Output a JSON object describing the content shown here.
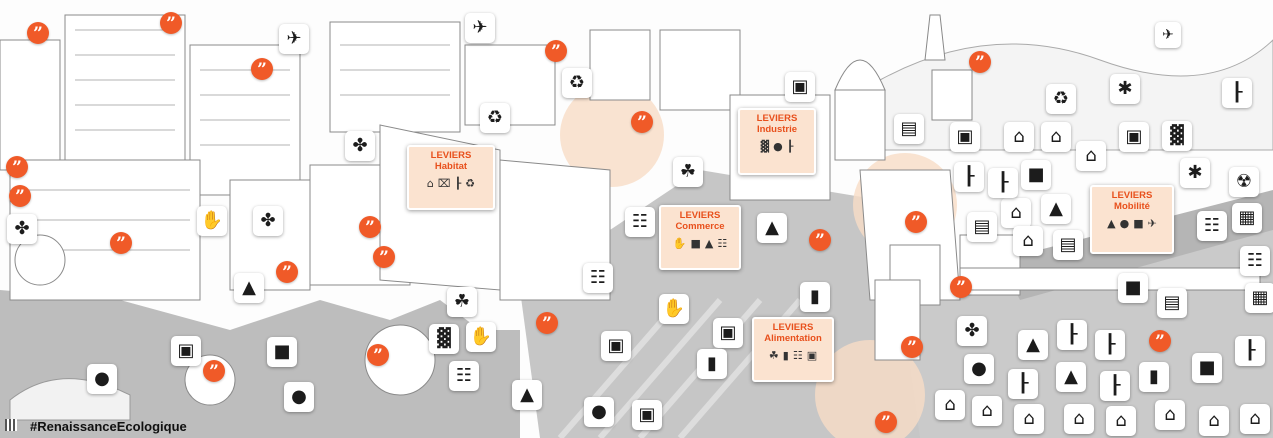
{
  "hashtag": "#RenaissanceEcologique",
  "quote_glyph": "”",
  "levers": [
    {
      "id": "habitat",
      "line1": "LEVIERS",
      "line2": "Habitat"
    },
    {
      "id": "industrie",
      "line1": "LEVIERS",
      "line2": "Industrie"
    },
    {
      "id": "commerce",
      "line1": "LEVIERS",
      "line2": "Commerce"
    },
    {
      "id": "mobilite",
      "line1": "LEVIERS",
      "line2": "Mobilité"
    },
    {
      "id": "alimentation",
      "line1": "LEVIERS",
      "line2": "Alimentation"
    }
  ],
  "icon_glyphs": {
    "plane": "✈",
    "recycle": "♻",
    "drone": "✤",
    "car": "▲",
    "truck": "■",
    "house": "⌂",
    "factory": "▓",
    "crane": "┠",
    "pump": "▤",
    "solar": "▦",
    "wind": "✱",
    "scooter": "●",
    "appliance": "▣",
    "handshake": "✋",
    "leaf": "☘",
    "shelf": "☷",
    "fridge": "▮",
    "nuclear": "☢"
  },
  "colors": {
    "accent": "#f05a28",
    "lever_bg": "#fbe3d0",
    "highlight": "#f7dcc6"
  }
}
